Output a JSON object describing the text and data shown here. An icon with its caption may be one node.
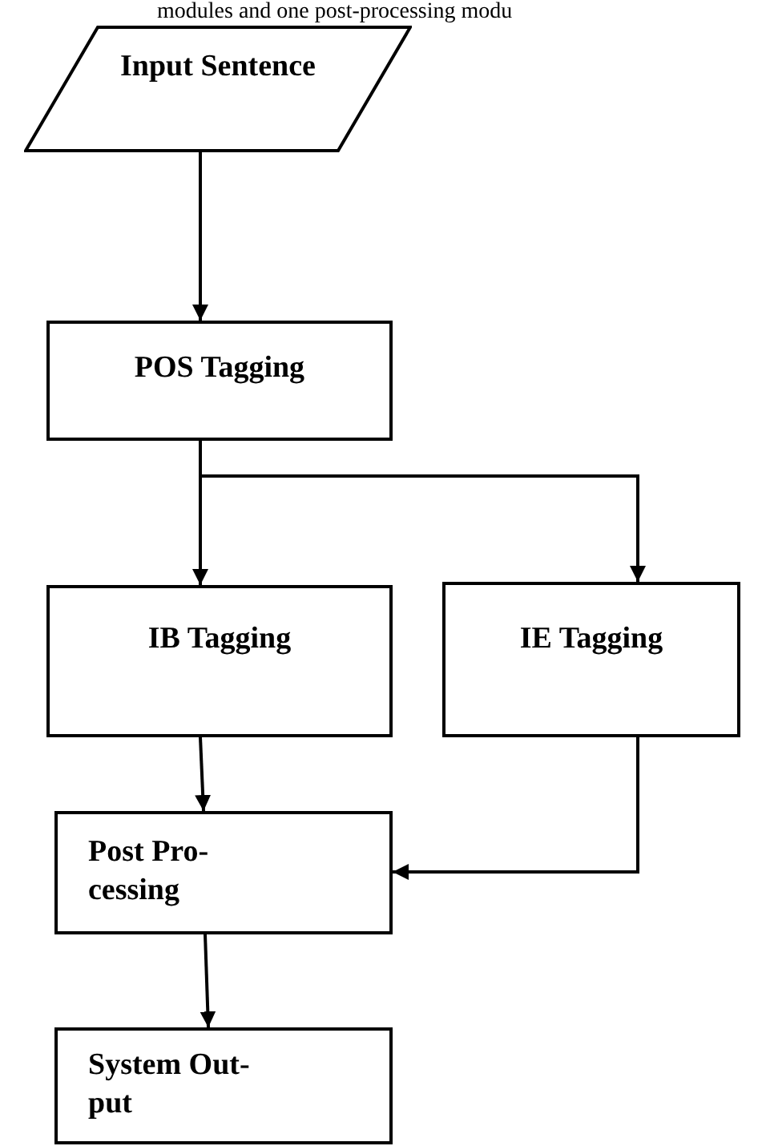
{
  "diagram": {
    "nodes": [
      {
        "text": [
          "Input Sentence"
        ]
      },
      {
        "text": [
          "POS Tagging"
        ]
      },
      {
        "text": [
          "IB Tagging"
        ]
      },
      {
        "text": [
          "IE Tagging"
        ]
      },
      {
        "text": [
          "Post Pro- cessing"
        ]
      },
      {
        "text": [
          "System Out- put"
        ]
      }
    ],
    "edges": [
      {
        "from": 0,
        "to": 1,
        "arrow": "to"
      },
      {
        "from": 1,
        "to": 2,
        "arrow": "to"
      },
      {
        "from": 1,
        "to": 3,
        "arrow": "to"
      },
      {
        "from": 2,
        "to": 4,
        "arrow": "to"
      },
      {
        "from": 3,
        "to": 4,
        "arrow": "to"
      },
      {
        "from": 4,
        "to": 5,
        "arrow": "to"
      }
    ],
    "labels": [
      "modules and one post-processing modu"
    ]
  }
}
